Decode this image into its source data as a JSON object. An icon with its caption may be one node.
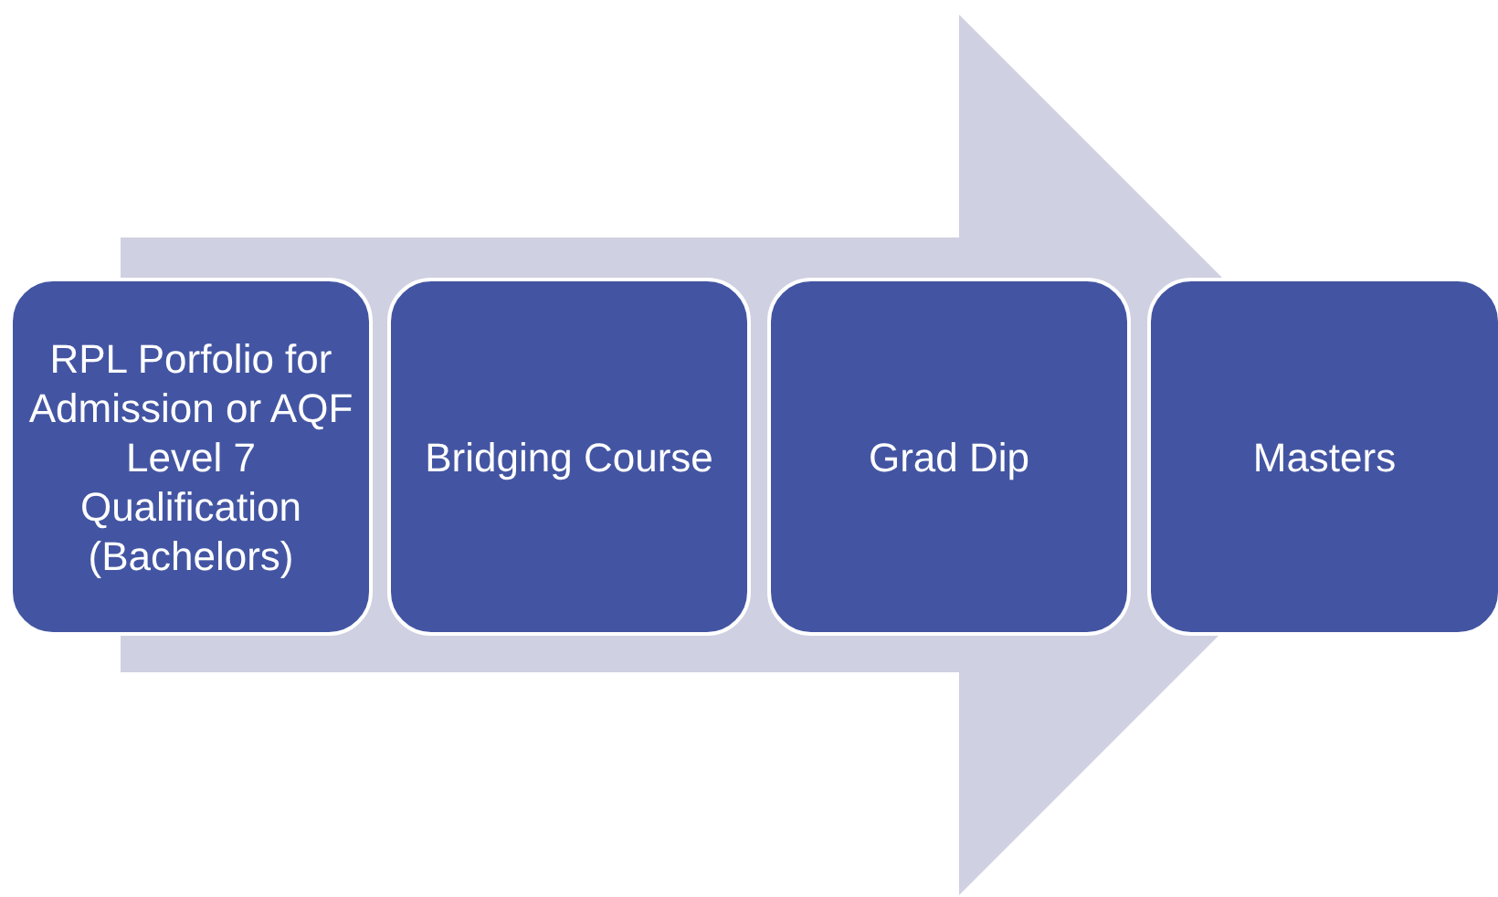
{
  "diagram": {
    "nodes": [
      {
        "text": [
          "RPL Porfolio for Admission or AQF Level 7 Qualification (Bachelors)"
        ]
      },
      {
        "text": [
          "Bridging Course"
        ]
      },
      {
        "text": [
          "Grad Dip"
        ]
      },
      {
        "text": [
          "Masters"
        ]
      }
    ],
    "edges": [
      {
        "from": 0,
        "to": 3,
        "arrow": "to"
      }
    ]
  }
}
